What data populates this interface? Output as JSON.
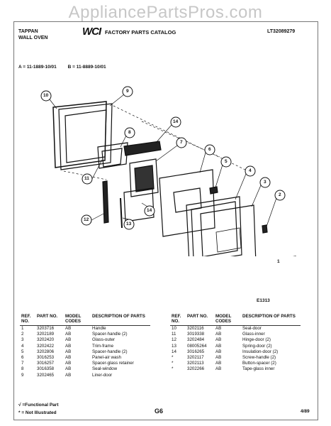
{
  "watermark": "AppliancePartsPros.com",
  "header": {
    "brand_line1": "TAPPAN",
    "brand_line2": "WALL OVEN",
    "logo": "WCI",
    "catalog_title": "FACTORY PARTS CATALOG",
    "catalog_number": "LT32089279"
  },
  "models": {
    "a": "A = 11-1889-10/01",
    "b": "B = 11-8889-10/01"
  },
  "diagram": {
    "code": "E1313",
    "callouts": [
      "1",
      "2",
      "3",
      "4",
      "5",
      "6",
      "7",
      "8",
      "9",
      "10",
      "11",
      "12",
      "13",
      "14",
      "14"
    ]
  },
  "table": {
    "headers": {
      "ref": "REF. NO.",
      "part": "PART NO.",
      "model": "MODEL CODES",
      "desc": "DESCRIPTION OF PARTS"
    },
    "left": [
      {
        "ref": "1",
        "part": "3203716",
        "model": "AB",
        "desc": "Handle"
      },
      {
        "ref": "2",
        "part": "3202189",
        "model": "AB",
        "desc": "Spacer-handle (2)"
      },
      {
        "ref": "3",
        "part": "3202420",
        "model": "AB",
        "desc": "Glass-outer"
      },
      {
        "ref": "4",
        "part": "3202422",
        "model": "AB",
        "desc": "Trim-frame"
      },
      {
        "ref": "5",
        "part": "3202806",
        "model": "AB",
        "desc": "Spacer-handle (2)"
      },
      {
        "ref": "6",
        "part": "3016253",
        "model": "AB",
        "desc": "Panel-air wash"
      },
      {
        "ref": "7",
        "part": "3016257",
        "model": "AB",
        "desc": "Spacer-glass retainer"
      },
      {
        "ref": "8",
        "part": "3016358",
        "model": "AB",
        "desc": "Seal-window"
      },
      {
        "ref": "9",
        "part": "3202465",
        "model": "AB",
        "desc": "Liner-door"
      }
    ],
    "right": [
      {
        "ref": "10",
        "part": "3202116",
        "model": "AB",
        "desc": "Seal-door"
      },
      {
        "ref": "11",
        "part": "3019338",
        "model": "AB",
        "desc": "Glass-inner"
      },
      {
        "ref": "12",
        "part": "3202484",
        "model": "AB",
        "desc": "Hinge-door (2)"
      },
      {
        "ref": "13",
        "part": "08005264",
        "model": "AB",
        "desc": "Spring-door (2)"
      },
      {
        "ref": "14",
        "part": "3016265",
        "model": "AB",
        "desc": "Insulation-door (2)"
      },
      {
        "ref": "",
        "part": "",
        "model": "",
        "desc": ""
      },
      {
        "ref": "*",
        "part": "3202117",
        "model": "AB",
        "desc": "Screw-handle (2)"
      },
      {
        "ref": "*",
        "part": "3202113",
        "model": "AB",
        "desc": "Button-spacer (2)"
      },
      {
        "ref": "*",
        "part": "3202266",
        "model": "AB",
        "desc": "Tape-glass inner"
      }
    ]
  },
  "footer": {
    "note1": "√ =Functional Part",
    "note2": "* = Not Illustrated",
    "page": "G6",
    "date": "4/89"
  }
}
